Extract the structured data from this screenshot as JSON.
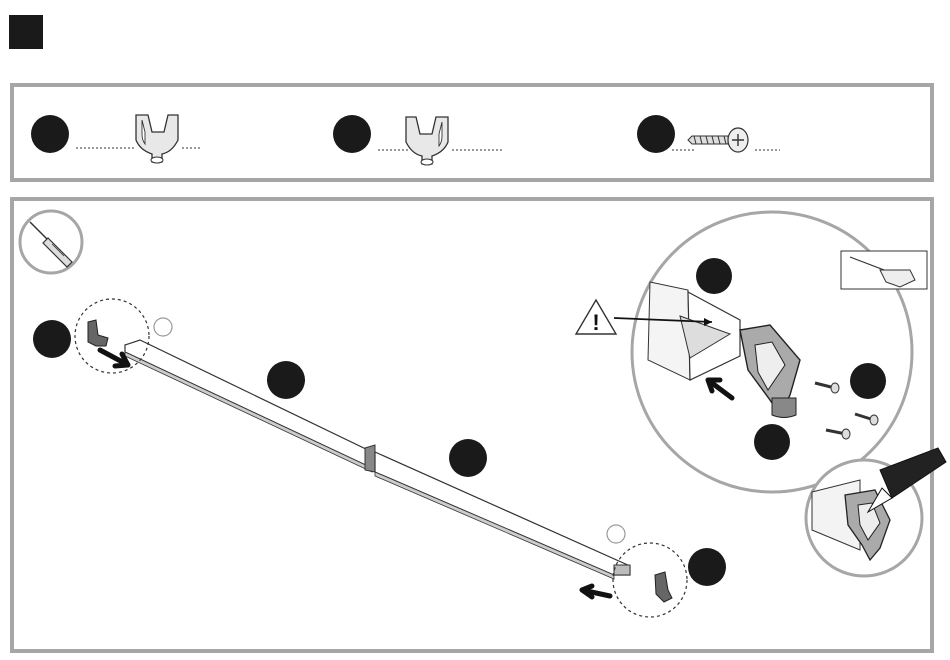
{
  "page": {
    "background": "#ffffff",
    "panel_border_color": "#a6a6a6",
    "marker_color": "#1a1a1a"
  },
  "step_marker": {
    "icon": "filled-square"
  },
  "parts": [
    {
      "callout": "filled-circle",
      "icon": "end-bracket-left"
    },
    {
      "callout": "filled-circle",
      "icon": "end-bracket-right"
    },
    {
      "callout": "filled-circle",
      "icon": "screw"
    }
  ],
  "tool": {
    "icon": "screwdriver-icon"
  },
  "warning": {
    "icon": "warning-triangle-icon",
    "symbol": "!"
  }
}
